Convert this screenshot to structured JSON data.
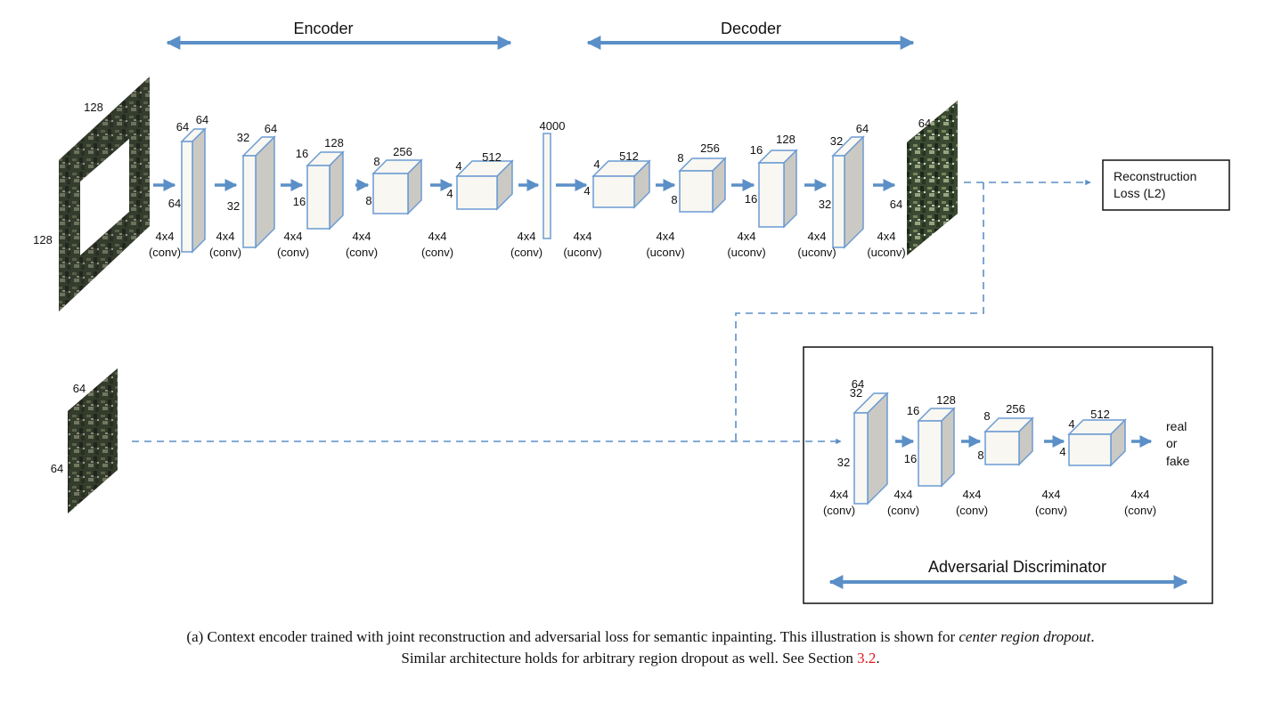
{
  "headers": {
    "encoder": "Encoder",
    "decoder": "Decoder",
    "discriminator": "Adversarial Discriminator"
  },
  "input_image": {
    "top": "128",
    "side": "128"
  },
  "real_image": {
    "top": "64",
    "side": "64"
  },
  "output_image": {
    "top": "64",
    "side": "64"
  },
  "loss_box": {
    "line1": "Reconstruction",
    "line2": "Loss (L2)"
  },
  "real_or_fake": [
    "real",
    "or",
    "fake"
  ],
  "bottleneck": {
    "label": "4000"
  },
  "blocks": {
    "enc1": {
      "side": "64",
      "top": "64",
      "height": "64"
    },
    "enc2": {
      "side": "32",
      "top": "64",
      "height": "32"
    },
    "enc3": {
      "side": "16",
      "top": "128",
      "height": "16"
    },
    "enc4": {
      "side": "8",
      "top": "256",
      "height": "8"
    },
    "enc5": {
      "side": "4",
      "top": "512",
      "height": "4"
    },
    "dec1": {
      "side": "4",
      "top": "512",
      "height": "4"
    },
    "dec2": {
      "side": "8",
      "top": "256",
      "height": "8"
    },
    "dec3": {
      "side": "16",
      "top": "128",
      "height": "16"
    },
    "dec4": {
      "side": "32",
      "top": "64",
      "height": "32"
    },
    "dis1": {
      "side": "32",
      "top": "64",
      "height": "32"
    },
    "dis2": {
      "side": "16",
      "top": "128",
      "height": "16"
    },
    "dis3": {
      "side": "8",
      "top": "256",
      "height": "8"
    },
    "dis4": {
      "side": "4",
      "top": "512",
      "height": "4"
    }
  },
  "ops": {
    "e1": [
      "4x4",
      "(conv)"
    ],
    "e2": [
      "4x4",
      "(conv)"
    ],
    "e3": [
      "4x4",
      "(conv)"
    ],
    "e4": [
      "4x4",
      "(conv)"
    ],
    "e5": [
      "4x4",
      "(conv)"
    ],
    "e6": [
      "4x4",
      "(conv)"
    ],
    "u1": [
      "4x4",
      "(uconv)"
    ],
    "u2": [
      "4x4",
      "(uconv)"
    ],
    "u3": [
      "4x4",
      "(uconv)"
    ],
    "u4": [
      "4x4",
      "(uconv)"
    ],
    "u5": [
      "4x4",
      "(uconv)"
    ],
    "d1": [
      "4x4",
      "(conv)"
    ],
    "d2": [
      "4x4",
      "(conv)"
    ],
    "d3": [
      "4x4",
      "(conv)"
    ],
    "d4": [
      "4x4",
      "(conv)"
    ],
    "d5": [
      "4x4",
      "(conv)"
    ]
  },
  "caption": {
    "line1_start": "(a) Context encoder trained with joint reconstruction and adversarial loss for semantic inpainting. This illustration is shown for ",
    "line1_italic": "center region dropout",
    "line1_end": ".",
    "line2_start": "Similar architecture holds for arbitrary region dropout as well. See Section ",
    "line2_ref": "3.2",
    "line2_end": "."
  },
  "colors": {
    "accent": "#5b8fc7",
    "block_front": "#f8f7f2",
    "block_side": "#cbc9c4",
    "block_stroke": "#6b9bd2"
  }
}
